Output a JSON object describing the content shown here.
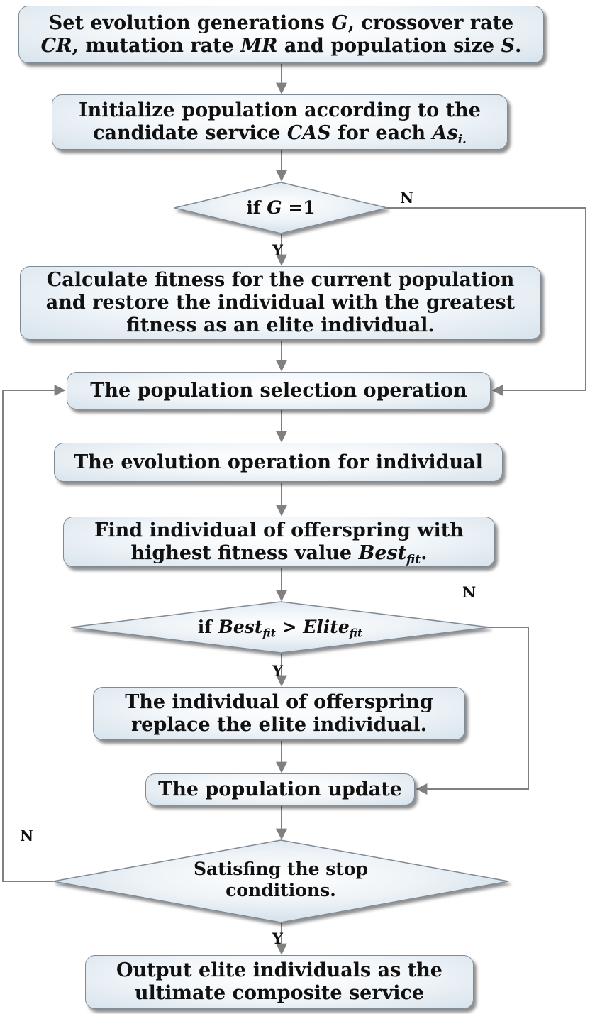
{
  "steps": {
    "set_params": {
      "line1_pre": "Set evolution generations ",
      "line1_g": "G",
      "line1_post": ", crossover rate",
      "line2_cr": "CR",
      "line2_mid": ", mutation rate ",
      "line2_mr": "MR",
      "line2_mid2": " and population size ",
      "line2_s": "S",
      "line2_end": "."
    },
    "init": {
      "line1": "Initialize population according to the",
      "line2_pre": "candidate service ",
      "line2_cas": "CAS",
      "line2_mid": " for each ",
      "line2_as": "As",
      "line2_sub": "i."
    },
    "calc_fitness": {
      "line1": "Calculate fitness for the current population",
      "line2": "and restore the individual with the greatest",
      "line3": "fitness as an elite individual."
    },
    "selection": "The population selection operation",
    "evolution": "The evolution operation for individual",
    "find_best": {
      "line1": "Find individual of offerspring  with",
      "line2_pre": "highest fitness value ",
      "line2_best": "Best",
      "line2_sub": "fit",
      "line2_end": "."
    },
    "replace": {
      "line1": "The individual of offerspring",
      "line2": "replace the elite individual."
    },
    "update": "The population update",
    "output": {
      "line1": "Output elite individuals as the",
      "line2": "ultimate composite service"
    }
  },
  "decisions": {
    "g_check": {
      "pre": "if ",
      "var": "G",
      "post": " =1"
    },
    "best_check": {
      "pre": "if  ",
      "best": "Best",
      "best_sub": "fit",
      "op": " > ",
      "elite": "Elite",
      "elite_sub": "fit"
    },
    "stop_check": {
      "line1": "Satisfing the stop",
      "line2": "conditions."
    }
  },
  "labels": {
    "yes": "Y",
    "no": "N"
  }
}
